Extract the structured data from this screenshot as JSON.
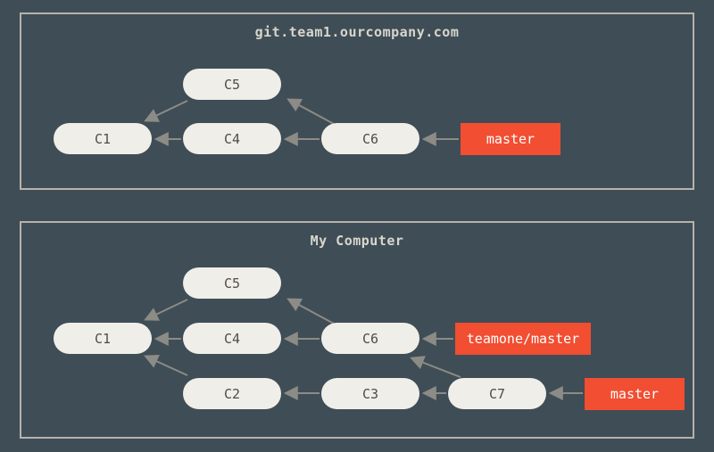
{
  "colors": {
    "background": "#3f4d56",
    "panel_border": "#b6b3ab",
    "title_text": "#d8d6cc",
    "commit_fill": "#efeee8",
    "commit_text": "#4f4d45",
    "branch_fill": "#f14e32",
    "branch_text": "#ffffff",
    "arrow": "#8c8b85"
  },
  "remote_panel": {
    "title": "git.team1.ourcompany.com",
    "commits": {
      "c1": "C1",
      "c4": "C4",
      "c5": "C5",
      "c6": "C6"
    },
    "branches": {
      "master": "master"
    },
    "edges": [
      {
        "from": "C4",
        "to": "C1"
      },
      {
        "from": "C5",
        "to": "C1"
      },
      {
        "from": "C6",
        "to": "C4"
      },
      {
        "from": "C6",
        "to": "C5"
      },
      {
        "from": "master",
        "to": "C6"
      }
    ]
  },
  "local_panel": {
    "title": "My Computer",
    "commits": {
      "c1": "C1",
      "c2": "C2",
      "c3": "C3",
      "c4": "C4",
      "c5": "C5",
      "c6": "C6",
      "c7": "C7"
    },
    "branches": {
      "teamone_master": "teamone/master",
      "master": "master"
    },
    "edges": [
      {
        "from": "C4",
        "to": "C1"
      },
      {
        "from": "C5",
        "to": "C1"
      },
      {
        "from": "C6",
        "to": "C4"
      },
      {
        "from": "C6",
        "to": "C5"
      },
      {
        "from": "C2",
        "to": "C1"
      },
      {
        "from": "C3",
        "to": "C2"
      },
      {
        "from": "C7",
        "to": "C3"
      },
      {
        "from": "C7",
        "to": "C6"
      },
      {
        "from": "teamone/master",
        "to": "C6"
      },
      {
        "from": "master",
        "to": "C7"
      }
    ]
  }
}
